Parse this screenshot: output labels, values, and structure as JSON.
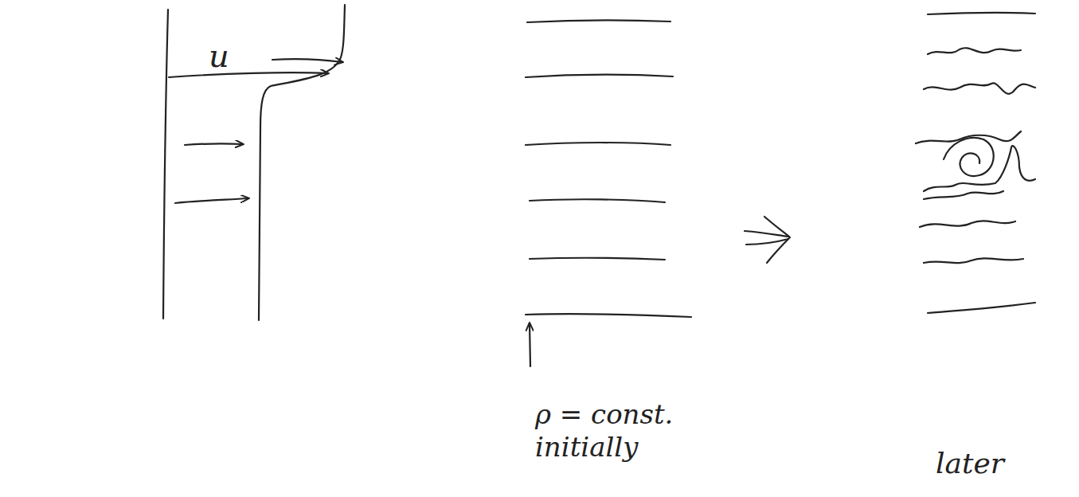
{
  "diagram": {
    "labels": [
      "u",
      "ρ = const. initially",
      "later"
    ]
  }
}
